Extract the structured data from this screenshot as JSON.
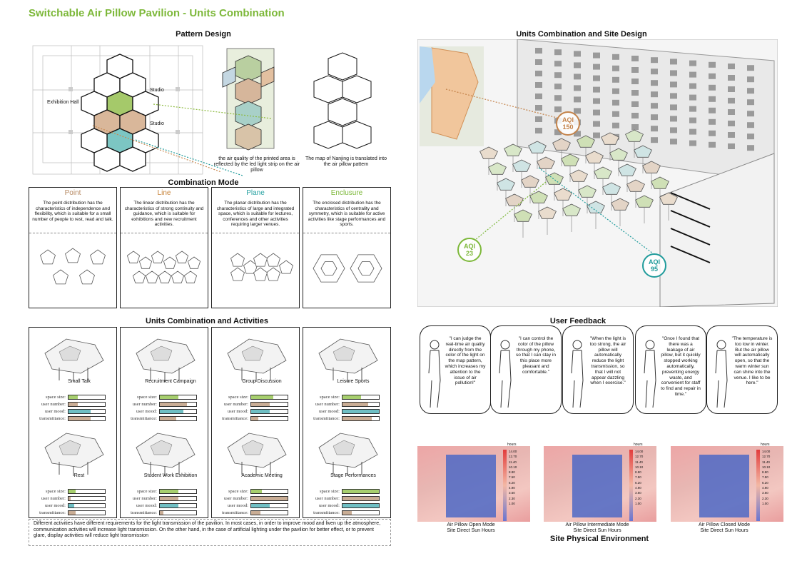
{
  "title": "Switchable Air Pillow Pavilion - Units Combination",
  "pattern_design": {
    "heading": "Pattern Design",
    "labels": {
      "exhibition_hall": "Exhibition Hall",
      "studio_1": "Studio",
      "studio_2": "Studio"
    },
    "caption_air": "the air quality of the printed area is reflected by the led light strip on the air pillow",
    "caption_map": "The map of Nanjing is translated into the air pillow pattern"
  },
  "combination_mode": {
    "heading": "Combination Mode",
    "columns": [
      {
        "title": "Point",
        "color": "#b78a63",
        "text": "The point distribution has the characteristics of independence and flexibility, which is suitable for a small number of people to rest, read and talk."
      },
      {
        "title": "Line",
        "color": "#c8843a",
        "text": "The linear distribution has the characteristics of strong continuity and guidance, which is suitable for exhibitions and new recruitment activities."
      },
      {
        "title": "Plane",
        "color": "#2aa3a3",
        "text": "The planar distribution has the characteristics of large and integrated space, which is suitable for lectures, conferences and other activities requiring larger venues."
      },
      {
        "title": "Enclusure",
        "color": "#7db83a",
        "text": "The enclosed distribution has the characteristics of centrality and symmetry, which is suitable for active activities like stage performances and sports."
      }
    ]
  },
  "activities": {
    "heading": "Units Combination and Activities",
    "metric_labels": [
      "space size:",
      "user number:",
      "user mood:",
      "transmittance:"
    ],
    "colors": {
      "green": "#a7cf6e",
      "tan": "#c9ad95",
      "teal": "#6fbfc4"
    },
    "items": [
      {
        "name": "Small Talk",
        "values": [
          0.25,
          0.25,
          0.6,
          0.6
        ]
      },
      {
        "name": "Recruitment Campaign",
        "values": [
          0.5,
          0.75,
          0.65,
          0.45
        ]
      },
      {
        "name": "Group Discussion",
        "values": [
          0.6,
          0.5,
          0.5,
          0.2
        ]
      },
      {
        "name": "Leisure Sports",
        "values": [
          0.5,
          0.7,
          1.0,
          0.8
        ]
      },
      {
        "name": "Rest",
        "values": [
          0.2,
          0.05,
          0.15,
          0.2
        ]
      },
      {
        "name": "Student Work Exhibition",
        "values": [
          0.5,
          0.5,
          0.5,
          0.1
        ]
      },
      {
        "name": "Academic Meeting",
        "values": [
          0.3,
          1.0,
          0.5,
          0.25
        ]
      },
      {
        "name": "Stage Performances",
        "values": [
          1.0,
          1.0,
          1.0,
          0.25
        ]
      }
    ],
    "note": "Different activities have different requirements for the light transmission of the pavilion. In most cases, in order to improve mood and liven up the atmosphere, communication activities will increase light transmission.  On the other hand, in the case of artificial lighting under the pavilion for better effect, or to prevent glare, display activities will reduce light transmission"
  },
  "site": {
    "heading": "Units Combination and Site Design",
    "aqi": [
      {
        "label": "AQI",
        "value": "150",
        "color": "#c4834a"
      },
      {
        "label": "AQI",
        "value": "23",
        "color": "#7db83a"
      },
      {
        "label": "AQI",
        "value": "95",
        "color": "#1f9b9b"
      }
    ]
  },
  "feedback": {
    "heading": "User Feedback",
    "quotes": [
      "\"I can judge the real-time air quality directly from the color of the light on the map pattern, which increases my attention to the issue of air pollution!\"",
      "\"I can control the color of the pillow through my phone, so that I can stay in this place more pleasant and comfortable.\"",
      "\"When the light is too strong, the air pillow will automatically reduce the light transmission, so that I will not appear dazzling when I exercise.\"",
      "\"Once I found that there was a leakage of air pillow, but it quickly stopped working automatically, preventing energy waste, and convenient for staff to find and repair in time.\"",
      "\"The temperature is too low in winter. But the air pillow will automatically open, so that the warm winter sun can shine into the venue. I like to be here.\""
    ]
  },
  "physical": {
    "heading": "Site Physical Environment",
    "unit": "hours",
    "scale": [
      "14.00",
      "12.70",
      "11.40",
      "10.10",
      "8.80",
      "7.50",
      "6.20",
      "4.90",
      "3.60",
      "2.30",
      "1.00"
    ],
    "maps": [
      {
        "caption_1": "Air Pillow Open Mode",
        "caption_2": "Site Direct Sun Hours"
      },
      {
        "caption_1": "Air Pillow Intermediate Mode",
        "caption_2": "Site Direct Sun Hours"
      },
      {
        "caption_1": "Air Pillow Closed Mode",
        "caption_2": "Site Direct Sun Hours"
      }
    ]
  }
}
